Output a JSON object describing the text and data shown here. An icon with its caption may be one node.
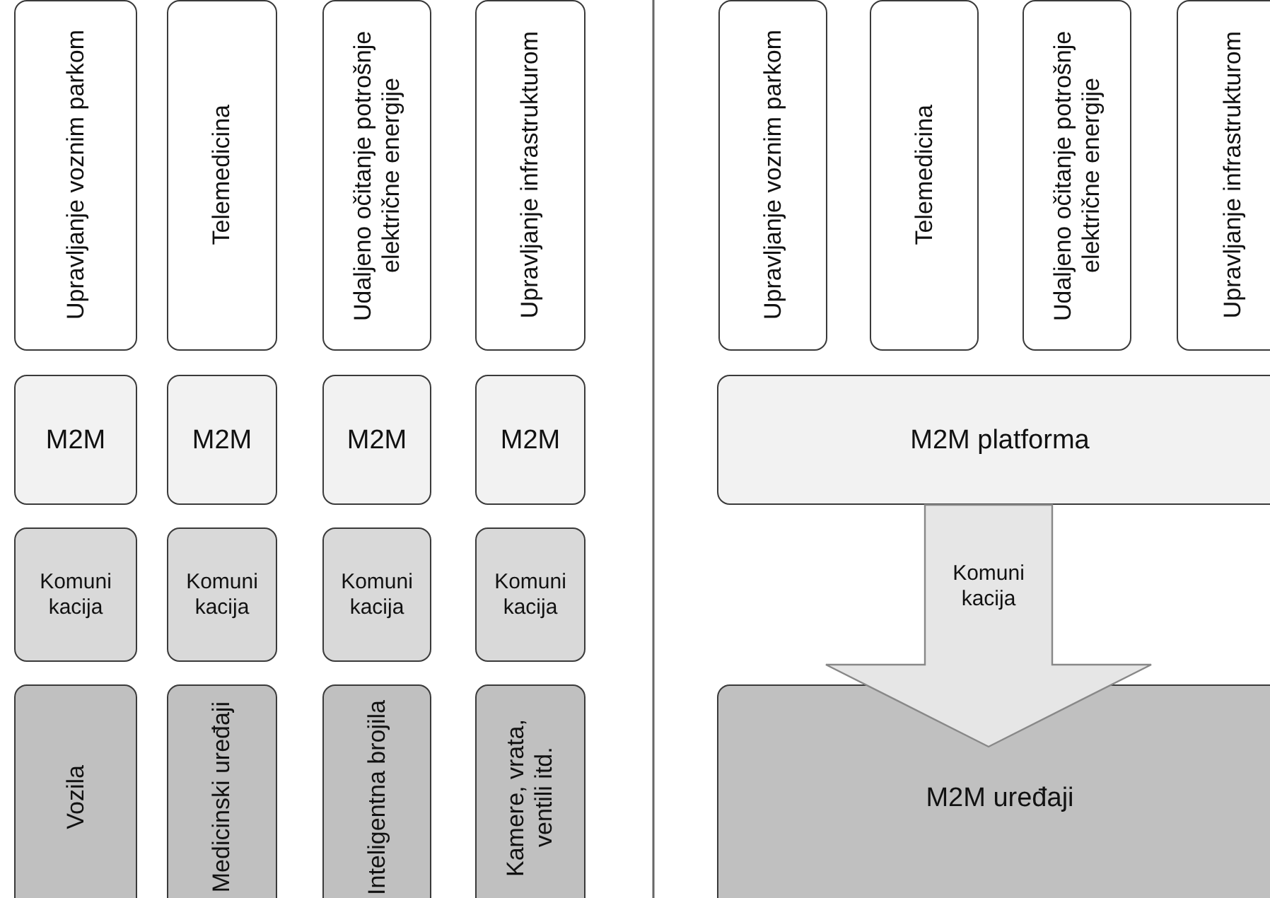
{
  "diagram": {
    "nodes": [
      {
        "text": [
          "Upravljanje voznim parkom"
        ]
      },
      {
        "text": [
          "Telemedicina"
        ]
      },
      {
        "text": [
          "Udaljeno očitanje potrošnje električne energije"
        ]
      },
      {
        "text": [
          "Upravljanje infrastrukturom"
        ]
      },
      {
        "text": [
          "M2M"
        ]
      },
      {
        "text": [
          "M2M"
        ]
      },
      {
        "text": [
          "M2M"
        ]
      },
      {
        "text": [
          "M2M"
        ]
      },
      {
        "text": [
          "Komuni kacija"
        ]
      },
      {
        "text": [
          "Komuni kacija"
        ]
      },
      {
        "text": [
          "Komuni kacija"
        ]
      },
      {
        "text": [
          "Komuni kacija"
        ]
      },
      {
        "text": [
          "Vozila"
        ]
      },
      {
        "text": [
          "Medicinski uređaji"
        ]
      },
      {
        "text": [
          "Inteligentna brojila"
        ]
      },
      {
        "text": [
          "Kamere, vrata, ventili itd."
        ]
      },
      {
        "text": [
          "Upravljanje voznim parkom"
        ]
      },
      {
        "text": [
          "Telemedicina"
        ]
      },
      {
        "text": [
          "Udaljeno očitanje potrošnje električne energije"
        ]
      },
      {
        "text": [
          "Upravljanje infrastrukturom"
        ]
      },
      {
        "text": [
          "M2M platforma"
        ]
      },
      {
        "text": [
          "M2M uređaji"
        ]
      }
    ],
    "edges": [
      {
        "from": 20,
        "to": 21,
        "arrow": "to",
        "label": "Komuni kacija"
      }
    ]
  }
}
